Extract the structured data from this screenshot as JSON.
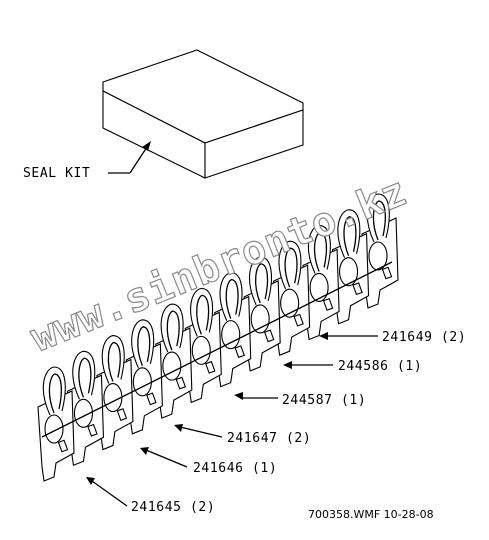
{
  "watermark": "www.sinbronto.kz",
  "labels": {
    "seal_kit": "SEAL KIT",
    "p241649": "241649 (2)",
    "p244586": "244586 (1)",
    "p244587": "244587 (1)",
    "p241647": "241647 (2)",
    "p241646": "241646 (1)",
    "p241645": "241645 (2)"
  },
  "footer": "700358.WMF 10-28-08",
  "colors": {
    "line": "#000000",
    "watermark_outline": "#8a8a8a"
  }
}
